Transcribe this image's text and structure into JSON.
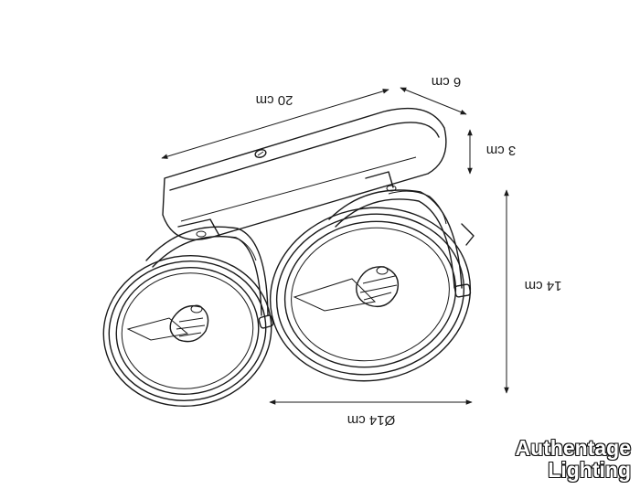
{
  "dimensions": {
    "length": "20 cm",
    "depth": "6 cm",
    "base_height": "3 cm",
    "total_height": "14 cm",
    "diameter": "Ø14 cm"
  },
  "brand": {
    "line1": "Authentage",
    "line2": "Lighting"
  }
}
